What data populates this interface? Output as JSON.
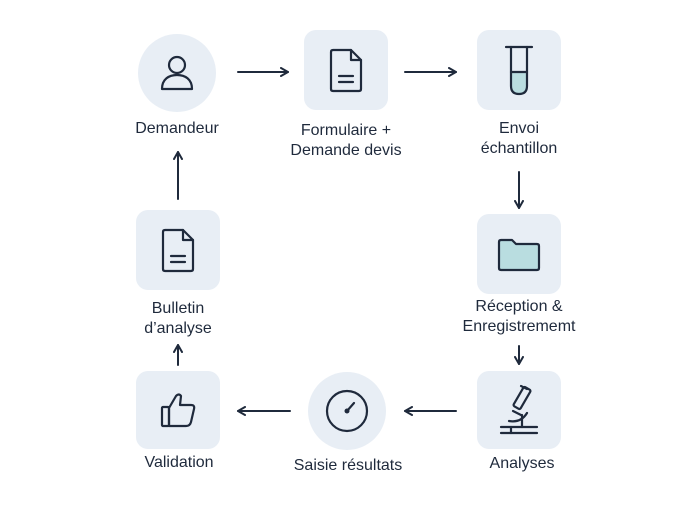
{
  "nodes": [
    {
      "id": "demandeur",
      "lines": [
        "Demandeur"
      ],
      "icon": "user-icon"
    },
    {
      "id": "formulaire",
      "lines": [
        "Formulaire +",
        "Demande devis"
      ],
      "icon": "document-icon"
    },
    {
      "id": "envoi",
      "lines": [
        "Envoi",
        "échantillon"
      ],
      "icon": "test-tube-icon"
    },
    {
      "id": "reception",
      "lines": [
        "Réception &",
        "Enregistrememt"
      ],
      "icon": "folder-icon"
    },
    {
      "id": "analyses",
      "lines": [
        "Analyses"
      ],
      "icon": "microscope-icon"
    },
    {
      "id": "saisie",
      "lines": [
        "Saisie résultats"
      ],
      "icon": "gauge-icon"
    },
    {
      "id": "validation",
      "lines": [
        "Validation"
      ],
      "icon": "thumbs-up-icon"
    },
    {
      "id": "bulletin",
      "lines": [
        "Bulletin",
        "d’analyse"
      ],
      "icon": "document-icon"
    }
  ],
  "colors": {
    "icon_bg": "#e8eef5",
    "stroke": "#1f2a3c",
    "accent_fill": "#b9dde0"
  }
}
